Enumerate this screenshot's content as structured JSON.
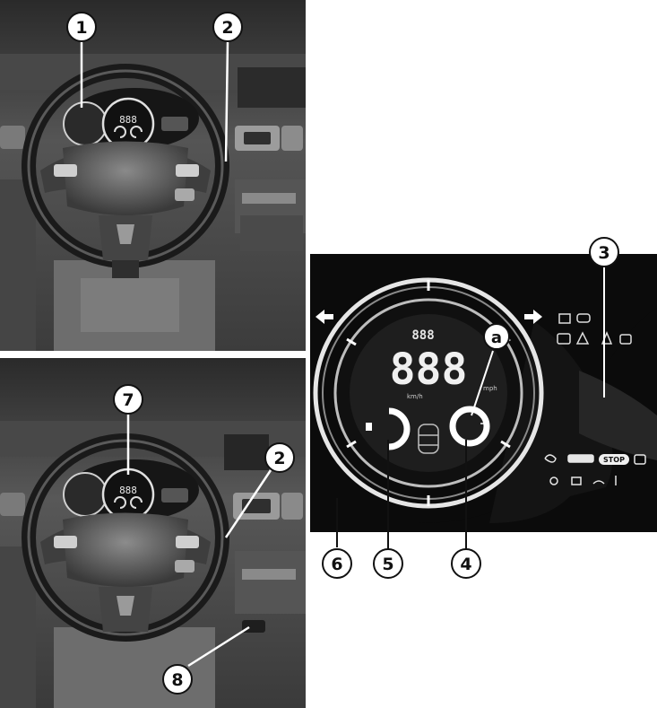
{
  "callouts": {
    "top_photo": [
      "1",
      "2"
    ],
    "bottom_photo": [
      "7",
      "2",
      "8"
    ],
    "cluster": [
      "3",
      "a",
      "4",
      "5",
      "6"
    ]
  },
  "cluster_display": {
    "speed_digits": "888",
    "top_digits": "888",
    "unit_kmh": "km/h",
    "unit_mph": "mph",
    "stop_label": "STOP"
  },
  "mini_cluster_digits": "888",
  "colors": {
    "photo_dark": "#3a3a3a",
    "cluster_bg": "#0b0b0b",
    "ring": "#d8d8d8"
  }
}
